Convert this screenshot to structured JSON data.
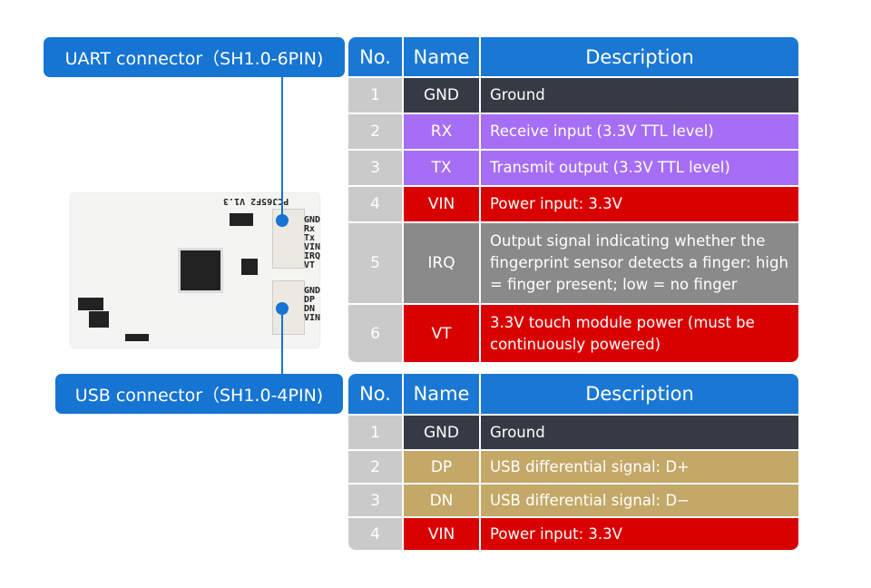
{
  "labels": {
    "uart": "UART connector（SH1.0-6PIN)",
    "usb": "USB connector（SH1.0-4PIN)"
  },
  "board": {
    "silkscreen_uart": [
      "GND",
      "Rx",
      "Tx",
      "VIN",
      "IRQ",
      "VT"
    ],
    "silkscreen_usb": [
      "GND",
      "DP",
      "DN",
      "VIN"
    ],
    "marking": "PCJ65F2 V1.3"
  },
  "colors": {
    "accent": "#1674d2",
    "gnd": "#363a44",
    "signal_purple": "#a66ef5",
    "power_red": "#d90000",
    "irq_gray": "#8a8a8a",
    "usb_tan": "#c4a868",
    "no_gray": "#cacaca"
  },
  "uart_table": {
    "headers": {
      "no": "No.",
      "name": "Name",
      "description": "Description"
    },
    "rows": [
      {
        "no": "1",
        "name": "GND",
        "description": "Ground",
        "color": "#363a44"
      },
      {
        "no": "2",
        "name": "RX",
        "description": "Receive input (3.3V TTL level)",
        "color": "#a66ef5"
      },
      {
        "no": "3",
        "name": "TX",
        "description": "Transmit output (3.3V TTL level)",
        "color": "#a66ef5"
      },
      {
        "no": "4",
        "name": "VIN",
        "description": "Power input: 3.3V",
        "color": "#d90000"
      },
      {
        "no": "5",
        "name": "IRQ",
        "description": "Output signal indicating whether the fingerprint sensor detects a finger: high = finger present; low = no finger",
        "color": "#8a8a8a"
      },
      {
        "no": "6",
        "name": "VT",
        "description": "3.3V touch module power (must be continuously powered)",
        "color": "#d90000"
      }
    ]
  },
  "usb_table": {
    "headers": {
      "no": "No.",
      "name": "Name",
      "description": "Description"
    },
    "rows": [
      {
        "no": "1",
        "name": "GND",
        "description": "Ground",
        "color": "#363a44"
      },
      {
        "no": "2",
        "name": "DP",
        "description": "USB differential signal: D+",
        "color": "#c4a868"
      },
      {
        "no": "3",
        "name": "DN",
        "description": "USB differential signal: D−",
        "color": "#c4a868"
      },
      {
        "no": "4",
        "name": "VIN",
        "description": "Power input: 3.3V",
        "color": "#d90000"
      }
    ]
  }
}
